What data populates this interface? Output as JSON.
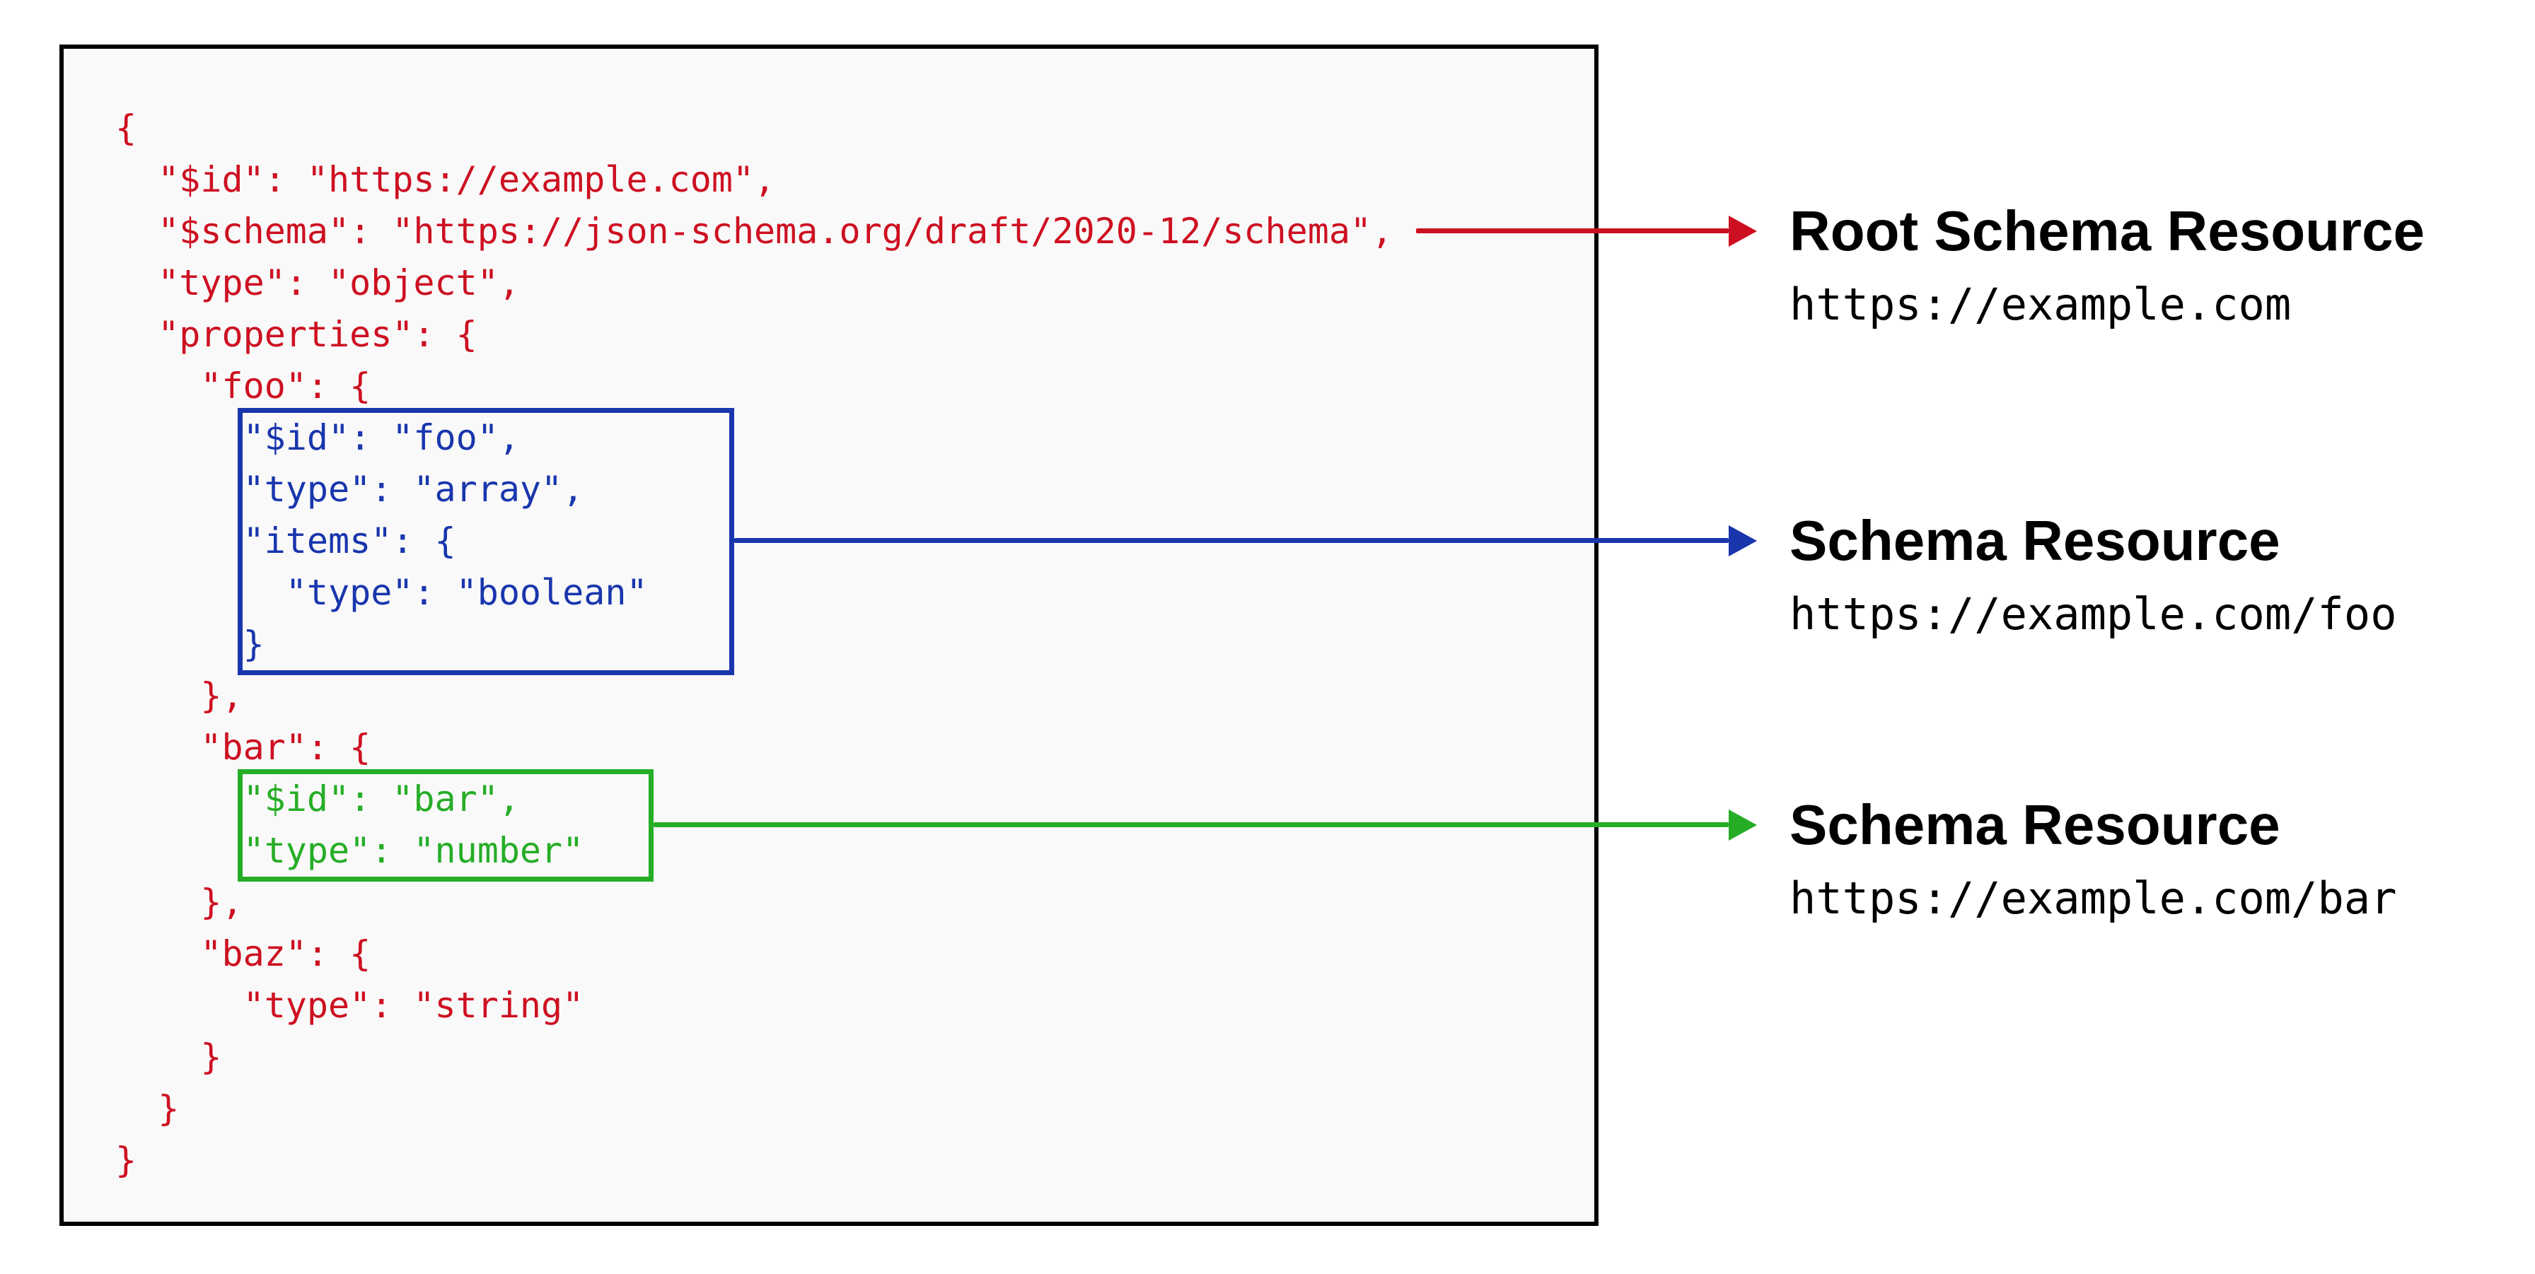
{
  "colors": {
    "red": "#cd1021",
    "blue": "#1936ad",
    "green": "#25ad26",
    "panel_bg": "#f9f9f9",
    "panel_border": "#000000",
    "text_black": "#000000"
  },
  "code_panel": {
    "language": "json",
    "lines": [
      {
        "text": "{",
        "indent": 0,
        "color": "red"
      },
      {
        "text": "\"$id\": \"https://example.com\",",
        "indent": 1,
        "color": "red"
      },
      {
        "text": "\"$schema\": \"https://json-schema.org/draft/2020-12/schema\",",
        "indent": 1,
        "color": "red"
      },
      {
        "text": "\"type\": \"object\",",
        "indent": 1,
        "color": "red"
      },
      {
        "text": "\"properties\": {",
        "indent": 1,
        "color": "red"
      },
      {
        "text": "\"foo\": {",
        "indent": 2,
        "color": "red"
      },
      {
        "text": "\"$id\": \"foo\",",
        "indent": 3,
        "color": "blue"
      },
      {
        "text": "\"type\": \"array\",",
        "indent": 3,
        "color": "blue"
      },
      {
        "text": "\"items\": {",
        "indent": 3,
        "color": "blue"
      },
      {
        "text": "\"type\": \"boolean\"",
        "indent": 4,
        "color": "blue"
      },
      {
        "text": "}",
        "indent": 3,
        "color": "blue"
      },
      {
        "text": "},",
        "indent": 2,
        "color": "red"
      },
      {
        "text": "\"bar\": {",
        "indent": 2,
        "color": "red"
      },
      {
        "text": "\"$id\": \"bar\",",
        "indent": 3,
        "color": "green"
      },
      {
        "text": "\"type\": \"number\"",
        "indent": 3,
        "color": "green"
      },
      {
        "text": "},",
        "indent": 2,
        "color": "red"
      },
      {
        "text": "\"baz\": {",
        "indent": 2,
        "color": "red"
      },
      {
        "text": "\"type\": \"string\"",
        "indent": 3,
        "color": "red"
      },
      {
        "text": "}",
        "indent": 2,
        "color": "red"
      },
      {
        "text": "}",
        "indent": 1,
        "color": "red"
      },
      {
        "text": "}",
        "indent": 0,
        "color": "red"
      }
    ]
  },
  "annotations": [
    {
      "title": "Root Schema Resource",
      "url": "https://example.com",
      "color": "red"
    },
    {
      "title": "Schema Resource",
      "url": "https://example.com/foo",
      "color": "blue"
    },
    {
      "title": "Schema Resource",
      "url": "https://example.com/bar",
      "color": "green"
    }
  ]
}
